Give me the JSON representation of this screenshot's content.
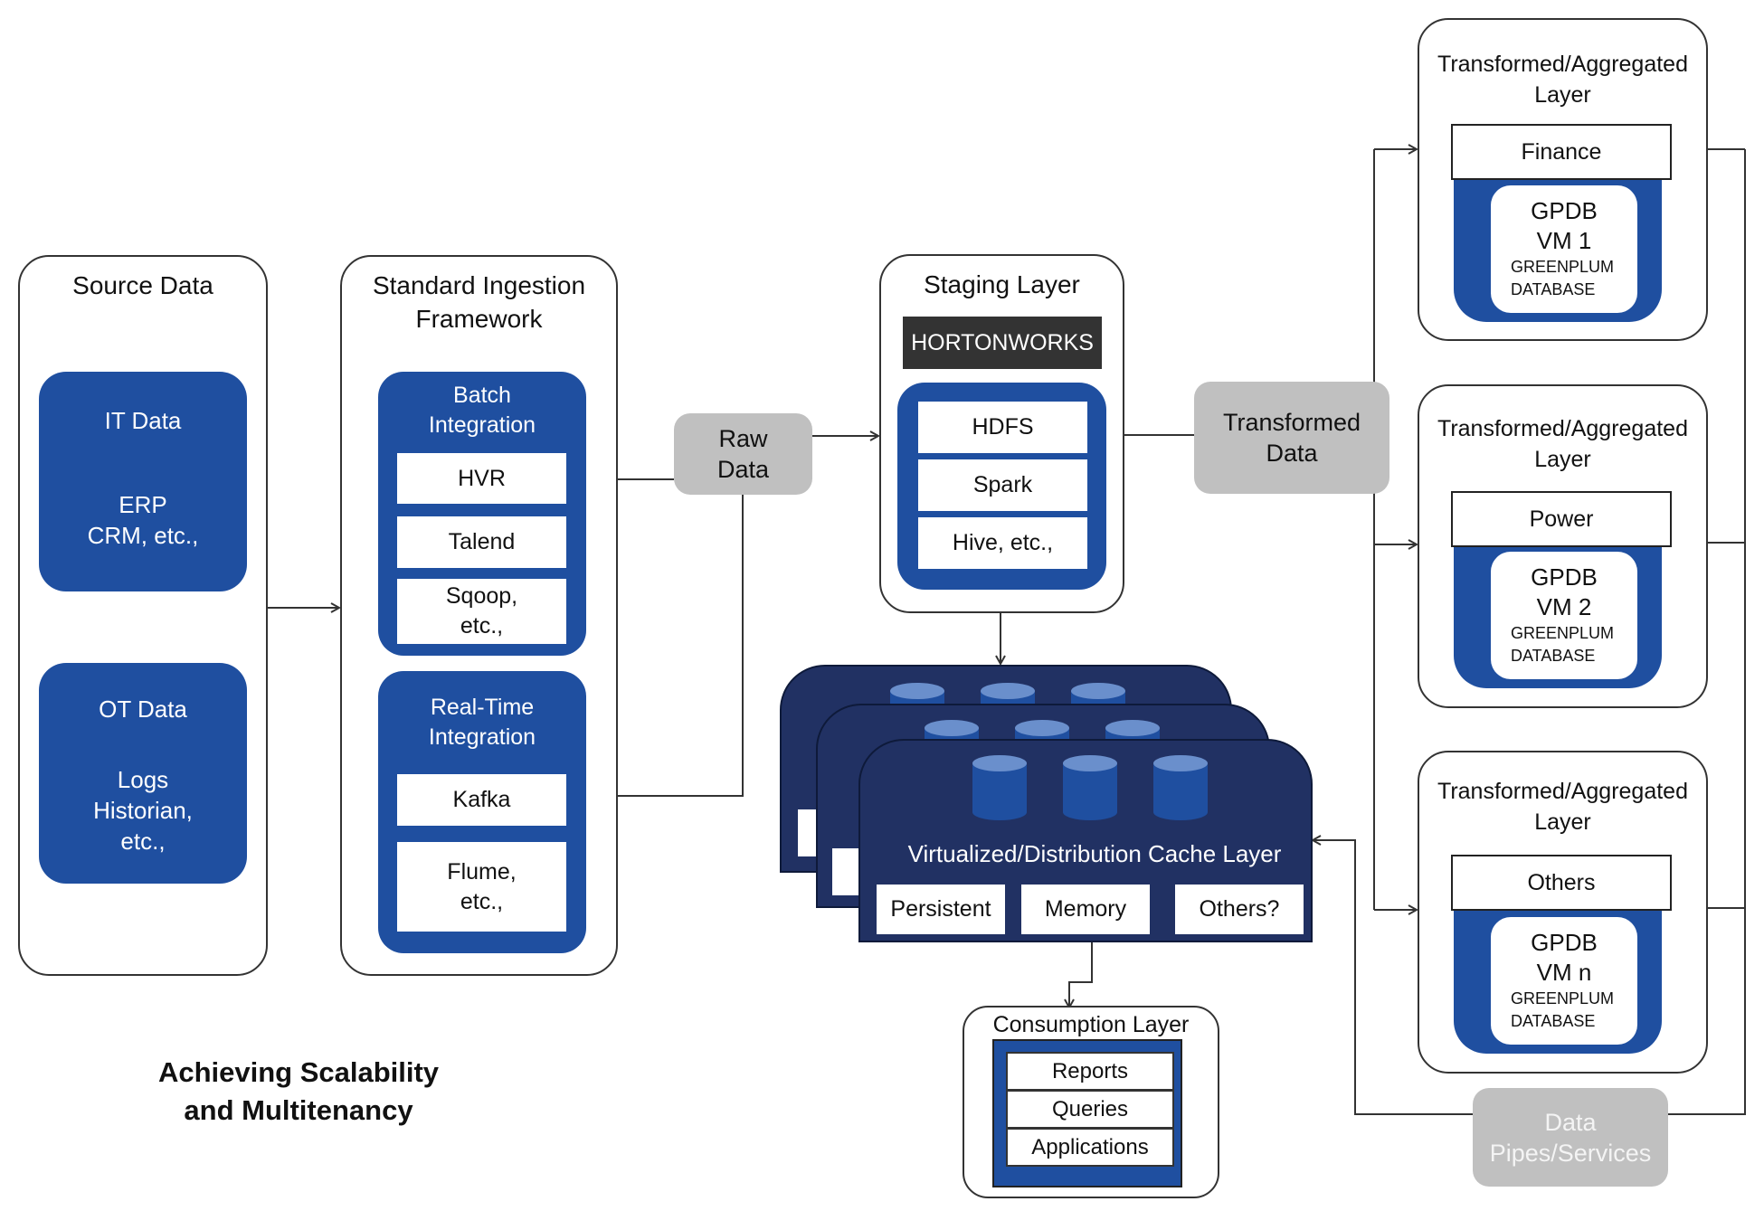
{
  "title": {
    "line1": "Achieving Scalability",
    "line2": "and Multitenancy"
  },
  "source_data": {
    "title": "Source Data",
    "it_data": {
      "heading": "IT Data",
      "line1": "ERP",
      "line2": "CRM, etc.,"
    },
    "ot_data": {
      "heading": "OT Data",
      "line1": "Logs",
      "line2": "Historian,",
      "line3": "etc.,"
    }
  },
  "ingestion": {
    "title_line1": "Standard Ingestion",
    "title_line2": "Framework",
    "batch": {
      "heading_line1": "Batch",
      "heading_line2": "Integration",
      "items": [
        "HVR",
        "Talend"
      ],
      "item3_line1": "Sqoop,",
      "item3_line2": "etc.,"
    },
    "realtime": {
      "heading_line1": "Real-Time",
      "heading_line2": "Integration",
      "item1": "Kafka",
      "item2_line1": "Flume,",
      "item2_line2": "etc.,"
    }
  },
  "raw_data": {
    "line1": "Raw",
    "line2": "Data"
  },
  "staging": {
    "title": "Staging Layer",
    "vendor": "HORTONWORKS",
    "items": [
      "HDFS",
      "Spark",
      "Hive, etc.,"
    ]
  },
  "transformed_data": {
    "line1": "Transformed",
    "line2": "Data"
  },
  "cache_layer": {
    "title": "Virtualized/Distribution Cache Layer",
    "items": [
      "Persistent",
      "Memory",
      "Others?"
    ]
  },
  "consumption": {
    "title": "Consumption Layer",
    "items": [
      "Reports",
      "Queries",
      "Applications"
    ]
  },
  "aggregated_layers": [
    {
      "title_line1": "Transformed/Aggregated",
      "title_line2": "Layer",
      "domain": "Finance",
      "db": "GPDB",
      "vm": "VM 1",
      "vendor_line1": "GREENPLUM",
      "vendor_line2": "DATABASE"
    },
    {
      "title_line1": "Transformed/Aggregated",
      "title_line2": "Layer",
      "domain": "Power",
      "db": "GPDB",
      "vm": "VM 2",
      "vendor_line1": "GREENPLUM",
      "vendor_line2": "DATABASE"
    },
    {
      "title_line1": "Transformed/Aggregated",
      "title_line2": "Layer",
      "domain": "Others",
      "db": "GPDB",
      "vm": "VM n",
      "vendor_line1": "GREENPLUM",
      "vendor_line2": "DATABASE"
    }
  ],
  "data_pipes": {
    "line1": "Data",
    "line2": "Pipes/Services"
  },
  "colors": {
    "primary_blue": "#1f4fa0",
    "navy": "#213163",
    "cylinder_top": "#6a8fcc",
    "gray_node": "#c0c0c0",
    "vendor_bar": "#333333",
    "line": "#333333"
  }
}
